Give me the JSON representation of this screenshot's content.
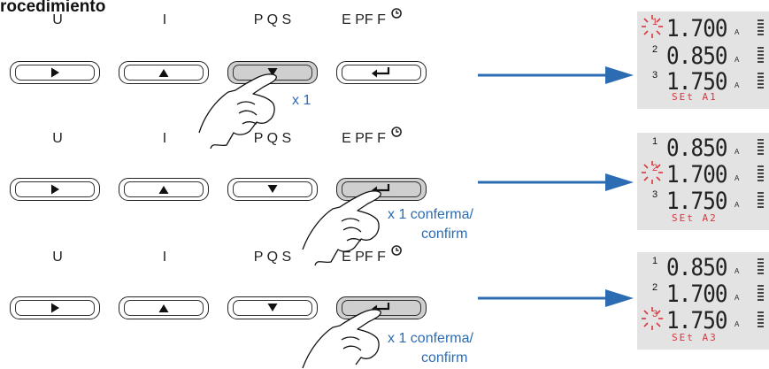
{
  "heading": "rocedimiento",
  "buttons": {
    "u": "U",
    "i": "I",
    "pqs": "P Q S",
    "epf": "E PF F"
  },
  "steps": [
    {
      "pressed": "pqs",
      "count": "x 1",
      "note_line1": "",
      "note_line2": "",
      "display": {
        "rows": [
          {
            "index": "1",
            "value": "1.700",
            "unit": "A",
            "blinking": true
          },
          {
            "index": "2",
            "value": "0.850",
            "unit": "A",
            "blinking": false
          },
          {
            "index": "3",
            "value": "1.750",
            "unit": "A",
            "blinking": false
          }
        ],
        "label": "SEt A1"
      }
    },
    {
      "pressed": "epf",
      "count": "x 1",
      "note_line1": "conferma/",
      "note_line2": "confirm",
      "display": {
        "rows": [
          {
            "index": "1",
            "value": "0.850",
            "unit": "A",
            "blinking": false
          },
          {
            "index": "2",
            "value": "1.700",
            "unit": "A",
            "blinking": true
          },
          {
            "index": "3",
            "value": "1.750",
            "unit": "A",
            "blinking": false
          }
        ],
        "label": "SEt A2"
      }
    },
    {
      "pressed": "epf",
      "count": "x 1",
      "note_line1": "conferma/",
      "note_line2": "confirm",
      "display": {
        "rows": [
          {
            "index": "1",
            "value": "0.850",
            "unit": "A",
            "blinking": false
          },
          {
            "index": "2",
            "value": "1.700",
            "unit": "A",
            "blinking": false
          },
          {
            "index": "3",
            "value": "1.750",
            "unit": "A",
            "blinking": true
          }
        ],
        "label": "SEt A3"
      }
    }
  ],
  "colors": {
    "accent": "#2b6cb3",
    "blink": "#d9363e",
    "lcd_bg": "#e3e3e3",
    "pressed_bg": "#cfcfcf"
  },
  "icons": {
    "u": "play-triangle-icon",
    "i": "up-triangle-icon",
    "pqs": "down-triangle-icon",
    "epf": "enter-arrow-icon",
    "clock": "clock-icon",
    "hand": "hand-pointer-icon"
  }
}
